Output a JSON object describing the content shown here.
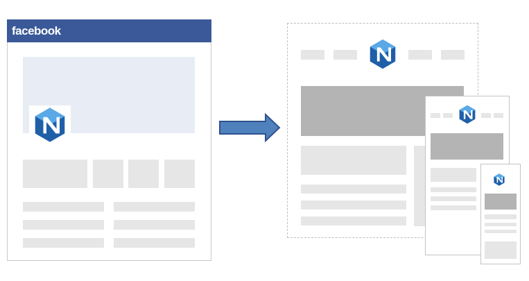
{
  "facebook_page": {
    "header": {
      "brand_text": "facebook",
      "bar_color": "#3b5998"
    }
  },
  "arrow": {
    "fill": "#4f81bd",
    "stroke": "#2f528f"
  },
  "logo": {
    "icon": "n-hexagon-logo",
    "color_light": "#5aa9e6",
    "color_dark": "#1f5fa8"
  },
  "responsive_layouts": [
    "desktop",
    "tablet",
    "mobile"
  ]
}
